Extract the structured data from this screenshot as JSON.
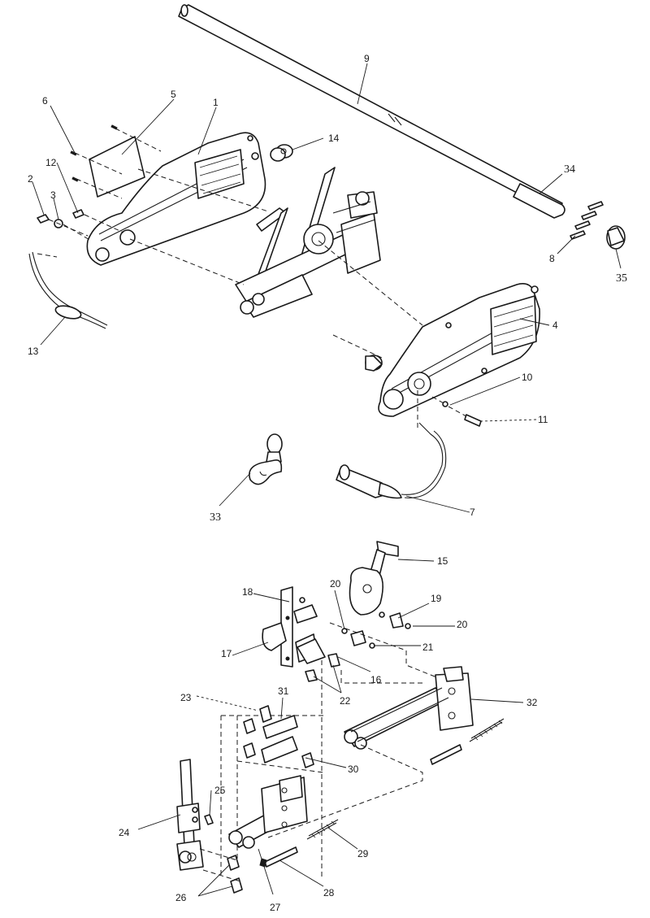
{
  "callouts": [
    {
      "id": "c1",
      "text": "1"
    },
    {
      "id": "c2",
      "text": "2"
    },
    {
      "id": "c3",
      "text": "3"
    },
    {
      "id": "c4",
      "text": "4"
    },
    {
      "id": "c5",
      "text": "5"
    },
    {
      "id": "c6",
      "text": "6"
    },
    {
      "id": "c7",
      "text": "7"
    },
    {
      "id": "c8",
      "text": "8"
    },
    {
      "id": "c9",
      "text": "9"
    },
    {
      "id": "c10",
      "text": "10"
    },
    {
      "id": "c11",
      "text": "11"
    },
    {
      "id": "c12",
      "text": "12"
    },
    {
      "id": "c13",
      "text": "13"
    },
    {
      "id": "c14",
      "text": "14"
    },
    {
      "id": "c15",
      "text": "15"
    },
    {
      "id": "c16",
      "text": "16"
    },
    {
      "id": "c17",
      "text": "17"
    },
    {
      "id": "c18",
      "text": "18"
    },
    {
      "id": "c19",
      "text": "19"
    },
    {
      "id": "c20a",
      "text": "20"
    },
    {
      "id": "c20b",
      "text": "20"
    },
    {
      "id": "c21",
      "text": "21"
    },
    {
      "id": "c22",
      "text": "22"
    },
    {
      "id": "c23",
      "text": "23"
    },
    {
      "id": "c24",
      "text": "24"
    },
    {
      "id": "c25",
      "text": "25"
    },
    {
      "id": "c26",
      "text": "26"
    },
    {
      "id": "c27",
      "text": "27"
    },
    {
      "id": "c28",
      "text": "28"
    },
    {
      "id": "c29",
      "text": "29"
    },
    {
      "id": "c30",
      "text": "30"
    },
    {
      "id": "c31",
      "text": "31"
    },
    {
      "id": "c32",
      "text": "32"
    },
    {
      "id": "c33",
      "text": "33"
    },
    {
      "id": "c34",
      "text": "34"
    },
    {
      "id": "c35",
      "text": "35"
    }
  ]
}
